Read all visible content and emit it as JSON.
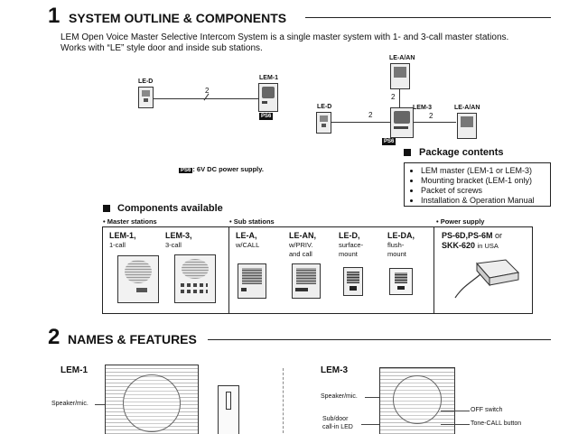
{
  "section1": {
    "number": "1",
    "title": "SYSTEM OUTLINE & COMPONENTS",
    "intro_line1": "LEM Open Voice Master Selective Intercom System is a single master system with 1- and 3-call master stations.",
    "intro_line2": "Works with “LE” style door and inside sub stations."
  },
  "diagram1": {
    "door_label": "LE-D",
    "master_label": "LEM-1",
    "wire_count": "2",
    "ps_badge": "PS6"
  },
  "diagram2": {
    "top_label": "LE-A/AN",
    "door_label": "LE-D",
    "master_label": "LEM-3",
    "right_label": "LE-A/AN",
    "wire_top": "2",
    "wire_left": "2",
    "wire_right": "2",
    "ps_badge": "PS6"
  },
  "ps_note": {
    "badge": "PS6",
    "text": ": 6V DC power supply."
  },
  "package": {
    "title": "Package contents",
    "items": [
      "LEM master (LEM-1 or LEM-3)",
      "Mounting bracket (LEM-1 only)",
      "Packet of screws",
      "Installation & Operation Manual"
    ]
  },
  "components": {
    "title": "Components available",
    "cat_master": "• Master stations",
    "cat_sub": "• Sub stations",
    "cat_power": "• Power supply",
    "items": [
      {
        "name": "LEM-1,",
        "desc1": "1-call",
        "desc2": ""
      },
      {
        "name": "LEM-3,",
        "desc1": "3-call",
        "desc2": ""
      },
      {
        "name": "LE-A,",
        "desc1": "w/CALL",
        "desc2": ""
      },
      {
        "name": "LE-AN,",
        "desc1": "w/PRIV.",
        "desc2": "and call"
      },
      {
        "name": "LE-D,",
        "desc1": "surface-",
        "desc2": "mount"
      },
      {
        "name": "LE-DA,",
        "desc1": "flush-",
        "desc2": "mount"
      }
    ],
    "power_name1": "PS-6D,PS-6M",
    "power_or": " or",
    "power_name2": "SKK-620",
    "power_usa": "in USA"
  },
  "section2": {
    "number": "2",
    "title": "NAMES & FEATURES",
    "left_model": "LEM-1",
    "left_speaker": "Speaker/mic.",
    "right_model": "LEM-3",
    "right_speaker": "Speaker/mic.",
    "right_led1": "Sub/door",
    "right_led2": "call-in LED",
    "right_off": "OFF switch",
    "right_tone": "Tone-CALL button"
  }
}
